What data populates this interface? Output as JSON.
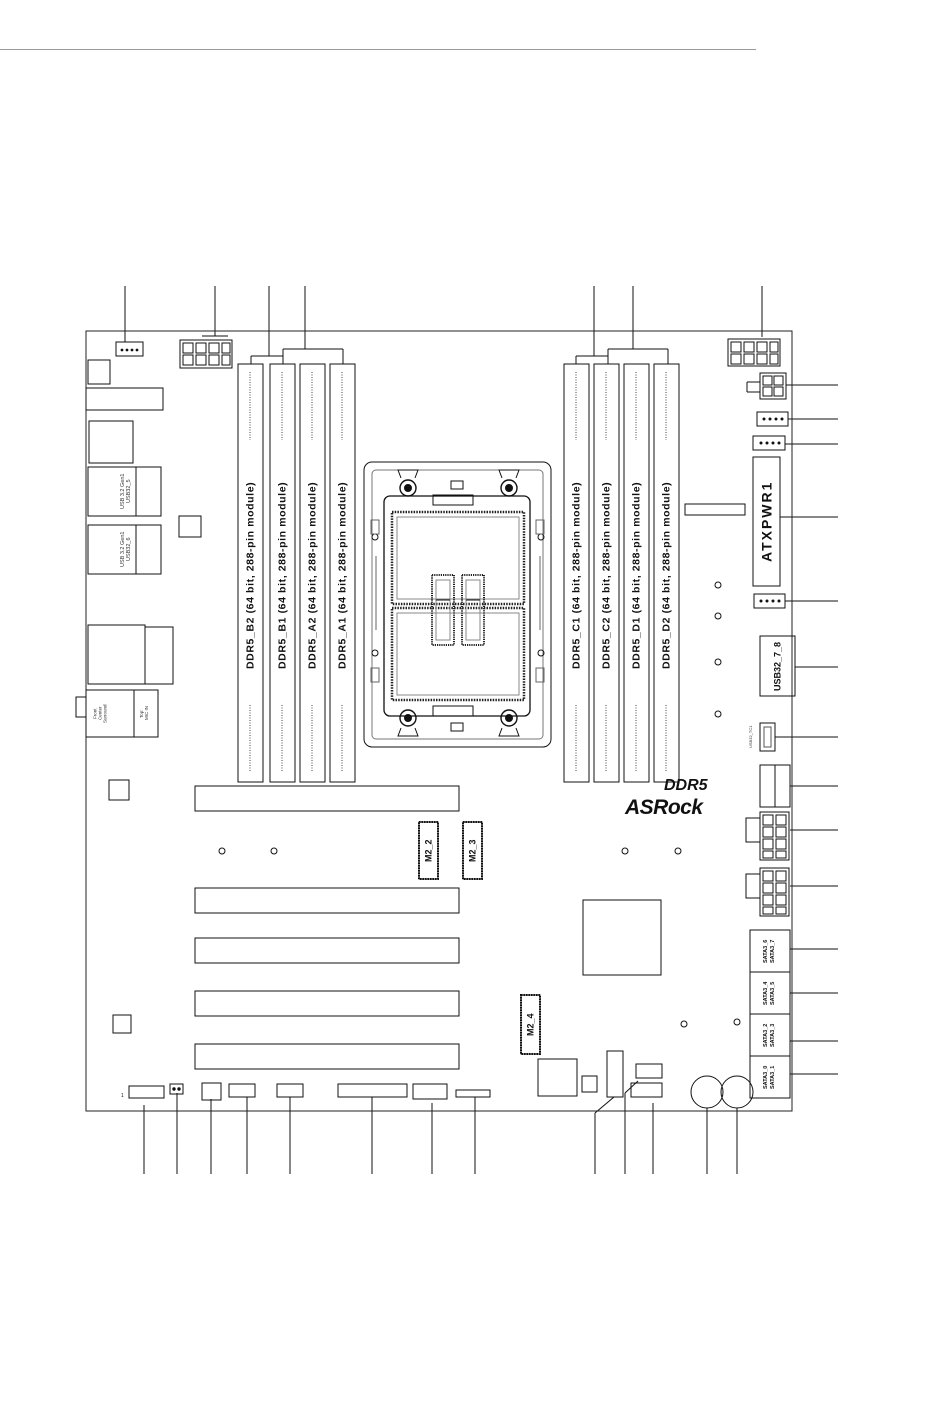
{
  "dimm_slots": [
    {
      "label": "DDR5_B2 (64 bit, 288-pin module)"
    },
    {
      "label": "DDR5_B1 (64 bit, 288-pin module)"
    },
    {
      "label": "DDR5_A2 (64 bit, 288-pin module)"
    },
    {
      "label": "DDR5_A1 (64 bit, 288-pin module)"
    },
    {
      "label": "DDR5_C1 (64 bit, 288-pin module)"
    },
    {
      "label": "DDR5_C2 (64 bit, 288-pin module)"
    },
    {
      "label": "DDR5_D1 (64 bit, 288-pin module)"
    },
    {
      "label": "DDR5_D2 (64 bit, 288-pin module)"
    }
  ],
  "power_connector": "ATXPWR1",
  "usb_header": "USB32_7_8",
  "typec_header": "USB32_TC1",
  "rear_io": {
    "usb_stack_1": "USB 3.2 Gen1\nUSB32_5",
    "usb_stack_2": "USB 3.2 Gen1\nUSB32_6",
    "audio": "Front\nCenter\nSurround",
    "audio_2": "Top:\nMIC IN"
  },
  "m2_slots": {
    "m2_2": "M2_2",
    "m2_3": "M2_3",
    "m2_4": "M2_4"
  },
  "sata_ports": [
    {
      "label": "SATA3_6\nSATA3_7"
    },
    {
      "label": "SATA3_4\nSATA3_5"
    },
    {
      "label": "SATA3_2\nSATA3_3"
    },
    {
      "label": "SATA3_0\nSATA3_1"
    }
  ],
  "branding": {
    "memory_logo": "DDR5",
    "vendor_logo": "ASRock"
  },
  "pin1_marker": "1"
}
